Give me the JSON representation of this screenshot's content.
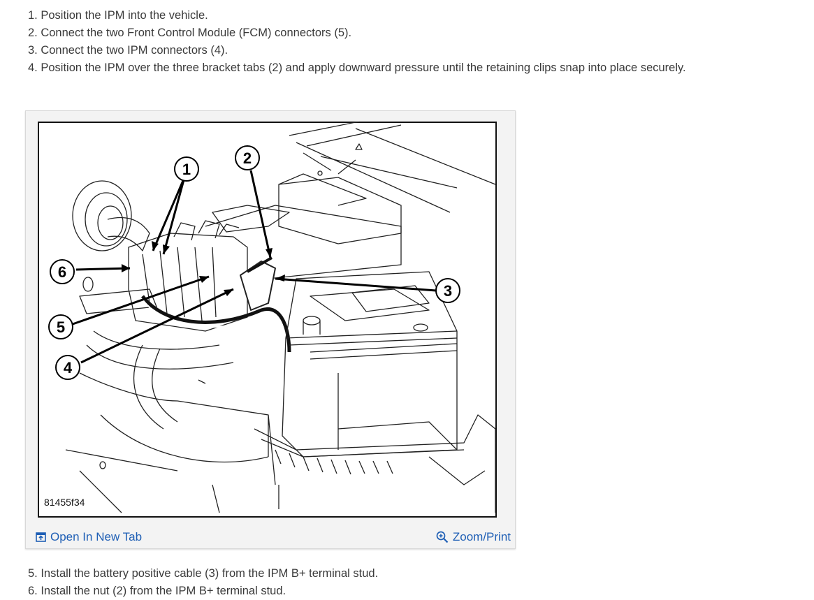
{
  "instructions": [
    "1. Position the IPM into the vehicle.",
    "2. Connect the two Front Control Module (FCM) connectors (5).",
    "3. Connect the two IPM connectors (4).",
    "4. Position the IPM over the three bracket tabs (2) and apply downward pressure until the retaining clips snap into place securely."
  ],
  "figure": {
    "code": "81455f34",
    "callouts": [
      "1",
      "2",
      "3",
      "4",
      "5",
      "6"
    ],
    "open_label": "Open In New Tab",
    "zoom_label": "Zoom/Print",
    "open_icon": "open-in-new-tab-icon",
    "zoom_icon": "magnifier-plus-icon",
    "link_color": "#1f5fb5"
  },
  "instructions_after": [
    "5. Install the battery positive cable (3) from the IPM B+ terminal stud.",
    "6. Install the nut (2) from the IPM B+ terminal stud."
  ]
}
